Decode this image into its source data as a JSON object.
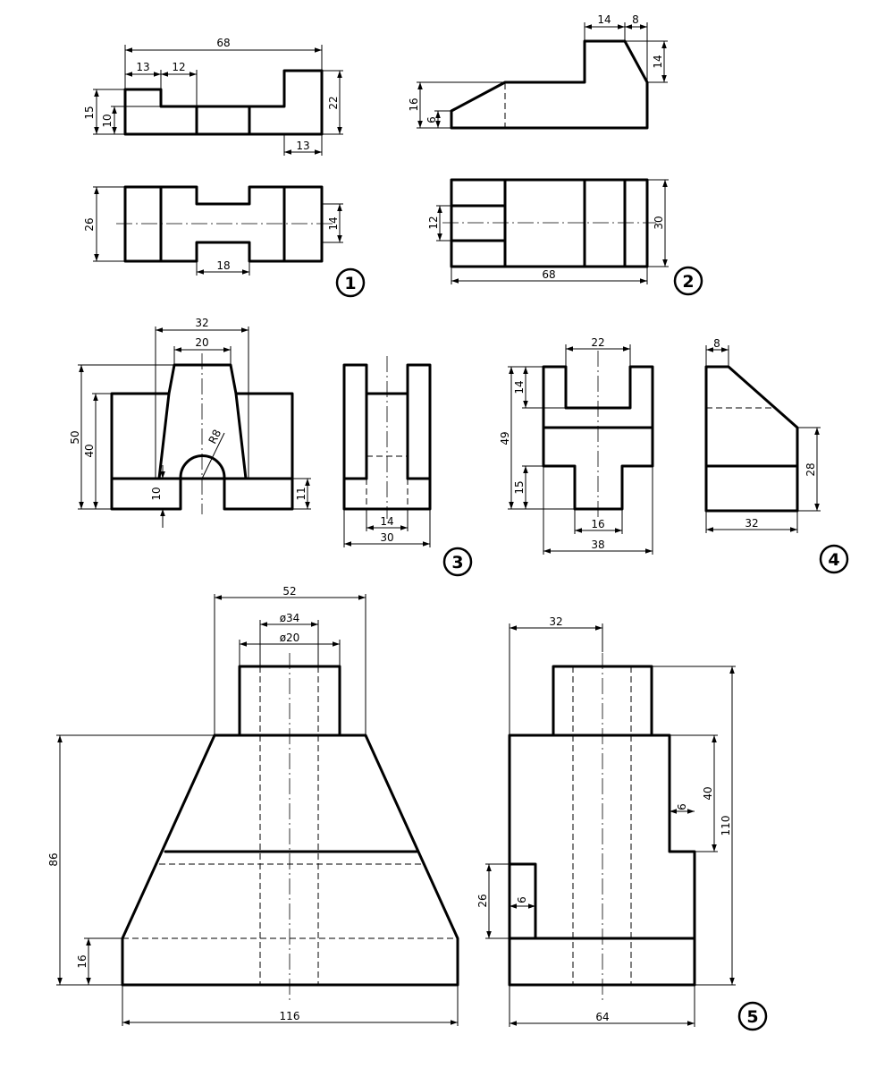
{
  "figures": {
    "f1": {
      "badge": "1",
      "d_68": "68",
      "d_13a": "13",
      "d_12": "12",
      "d_15": "15",
      "d_10": "10",
      "d_22": "22",
      "d_13b": "13",
      "d_26": "26",
      "d_14": "14",
      "d_18": "18"
    },
    "f2": {
      "badge": "2",
      "d_14": "14",
      "d_8": "8",
      "d_14v": "14",
      "d_16": "16",
      "d_6": "6",
      "d_12": "12",
      "d_30": "30",
      "d_68": "68"
    },
    "f3": {
      "badge": "3",
      "d_32": "32",
      "d_20": "20",
      "d_50": "50",
      "d_40": "40",
      "d_r8": "R8",
      "d_10": "10",
      "d_11": "11",
      "d_14": "14",
      "d_30": "30"
    },
    "f4": {
      "badge": "4",
      "d_22": "22",
      "d_14": "14",
      "d_49": "49",
      "d_15": "15",
      "d_16": "16",
      "d_38": "38",
      "d_8": "8",
      "d_28": "28",
      "d_32": "32"
    },
    "f5": {
      "badge": "5",
      "d_52": "52",
      "d_phi34": "ø34",
      "d_phi20": "ø20",
      "d_86": "86",
      "d_16": "16",
      "d_116": "116",
      "d_32": "32",
      "d_40": "40",
      "d_6a": "6",
      "d_110": "110",
      "d_26": "26",
      "d_6b": "6",
      "d_64": "64"
    }
  }
}
